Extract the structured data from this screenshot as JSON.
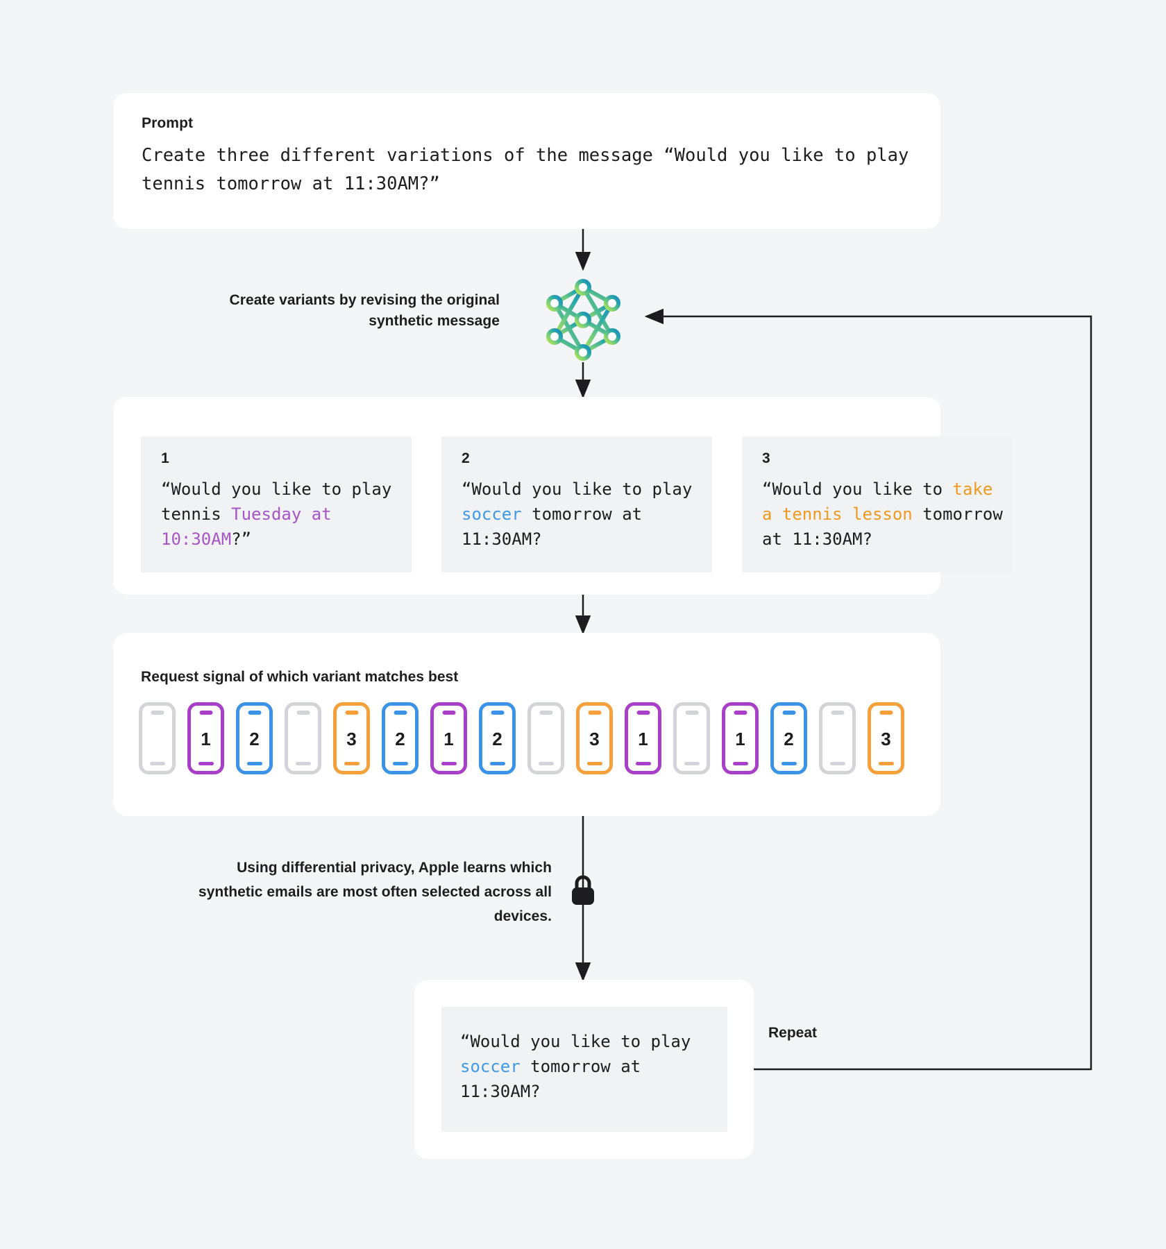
{
  "page": {
    "background_color": "#f4f5f7",
    "panel_color": "#ffffff",
    "tile_color": "#f1f2f4"
  },
  "prompt": {
    "label": "Prompt",
    "text": "Create three different variations of the message “Would you like to play tennis tomorrow at 11:30AM?”"
  },
  "model_step": {
    "caption": "Create variants by revising the original synthetic message",
    "icon": "neural-network-icon",
    "icon_gradient_from": "#a6e05a",
    "icon_gradient_to": "#1b8fb8"
  },
  "variants": {
    "items": [
      {
        "number": "1",
        "prefix": "“Would you like to play tennis ",
        "highlight": "Tuesday at 10:30AM",
        "suffix": "?”",
        "highlight_color": "#a855c8"
      },
      {
        "number": "2",
        "prefix": "“Would you like to play ",
        "highlight": "soccer",
        "suffix": " tomorrow at 11:30AM?",
        "highlight_color": "#3e9ae8"
      },
      {
        "number": "3",
        "prefix": "“Would you like to ",
        "highlight": "take a tennis lesson",
        "suffix": " tomorrow at 11:30AM?",
        "highlight_color": "#f0991f"
      }
    ]
  },
  "signal": {
    "title": "Request signal of which variant matches best",
    "phones": [
      {
        "value": "",
        "color": "gray"
      },
      {
        "value": "1",
        "color": "purple"
      },
      {
        "value": "2",
        "color": "blue"
      },
      {
        "value": "",
        "color": "gray"
      },
      {
        "value": "3",
        "color": "orange"
      },
      {
        "value": "2",
        "color": "blue"
      },
      {
        "value": "1",
        "color": "purple"
      },
      {
        "value": "2",
        "color": "blue"
      },
      {
        "value": "",
        "color": "gray"
      },
      {
        "value": "3",
        "color": "orange"
      },
      {
        "value": "1",
        "color": "purple"
      },
      {
        "value": "",
        "color": "gray"
      },
      {
        "value": "1",
        "color": "purple"
      },
      {
        "value": "2",
        "color": "blue"
      },
      {
        "value": "",
        "color": "gray"
      },
      {
        "value": "3",
        "color": "orange"
      }
    ],
    "phone_colors": {
      "gray": "#d2d4d8",
      "purple": "#a93fc9",
      "blue": "#3b93e8",
      "orange": "#f5a03a"
    }
  },
  "privacy": {
    "caption": "Using differential privacy, Apple learns which synthetic emails are most often selected across all devices.",
    "icon": "lock-icon",
    "icon_color": "#1d1d1f"
  },
  "result": {
    "prefix": "“Would you like to play ",
    "highlight": "soccer",
    "suffix": " tomorrow at 11:30AM?",
    "highlight_color": "#3e9ae8"
  },
  "loop": {
    "label": "Repeat",
    "line_color": "#1d1d1f"
  }
}
